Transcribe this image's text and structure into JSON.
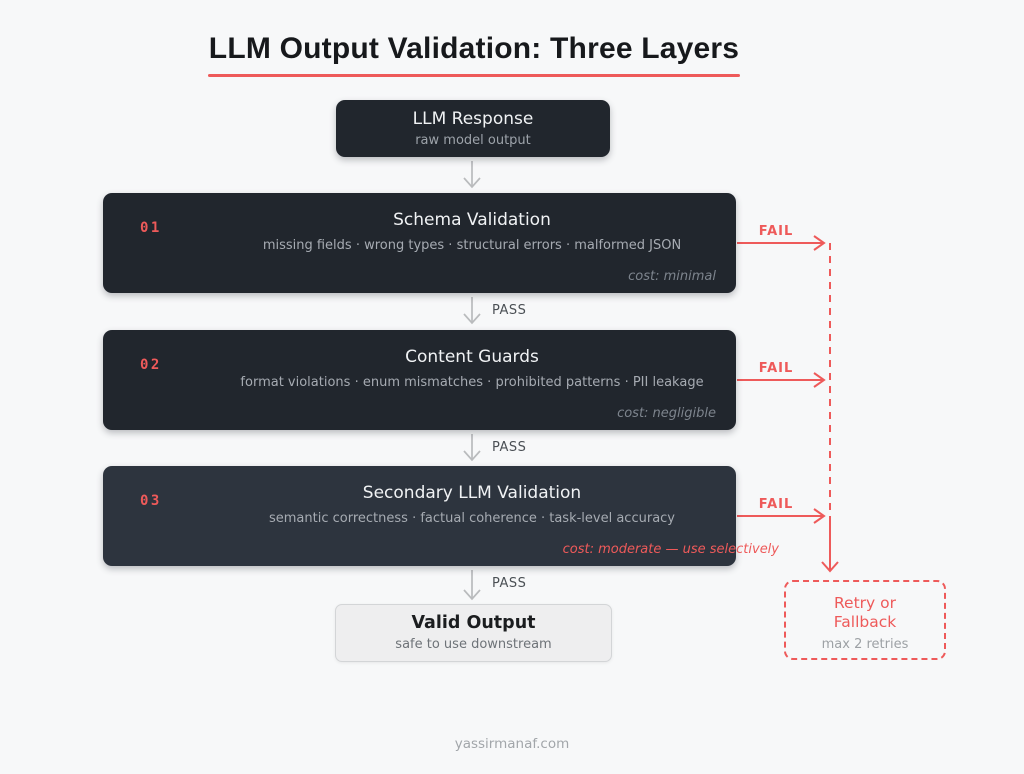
{
  "page": {
    "title": "LLM Output Validation: Three Layers",
    "footer": "yassirmanaf.com"
  },
  "colors": {
    "background": "#f7f8f9",
    "accent_red": "#ee5a5a",
    "dark_box": "#21262d",
    "layer3_box": "#2d343e",
    "gray_arrow": "#b9bbbd",
    "valid_box_bg": "#eeeeef"
  },
  "source": {
    "label": "LLM Response",
    "sublabel": "raw model output"
  },
  "layers": [
    {
      "num": "01",
      "title": "Schema Validation",
      "checks": "missing fields · wrong types · structural errors · malformed JSON",
      "cost": "cost: minimal",
      "pass_label": "PASS",
      "fail_label": "FAIL"
    },
    {
      "num": "02",
      "title": "Content Guards",
      "checks": "format violations · enum mismatches · prohibited patterns · PII leakage",
      "cost": "cost: negligible",
      "pass_label": "PASS",
      "fail_label": "FAIL"
    },
    {
      "num": "03",
      "title": "Secondary LLM Validation",
      "checks": "semantic correctness · factual coherence · task-level accuracy",
      "cost": "cost: moderate — use selectively",
      "pass_label": "PASS",
      "fail_label": "FAIL"
    }
  ],
  "valid_output": {
    "title": "Valid Output",
    "subtitle": "safe to use downstream"
  },
  "retry": {
    "line1": "Retry or",
    "line2": "Fallback",
    "note": "max 2 retries"
  }
}
